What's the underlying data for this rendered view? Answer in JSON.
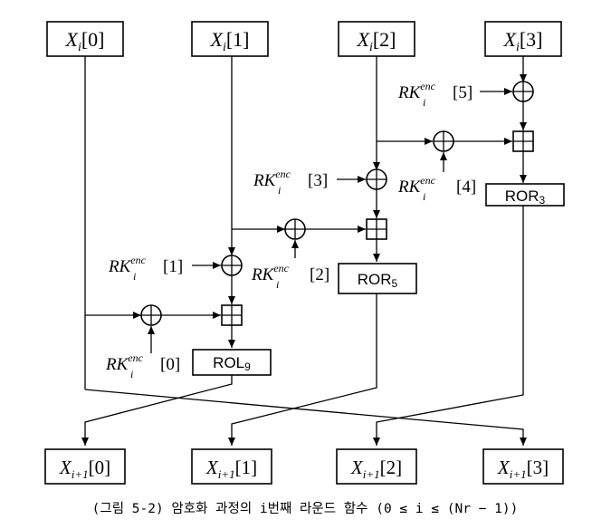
{
  "diagram": {
    "inputs": [
      {
        "var": "X",
        "sub": "i",
        "idx": "[0]"
      },
      {
        "var": "X",
        "sub": "i",
        "idx": "[1]"
      },
      {
        "var": "X",
        "sub": "i",
        "idx": "[2]"
      },
      {
        "var": "X",
        "sub": "i",
        "idx": "[3]"
      }
    ],
    "outputs": [
      {
        "var": "X",
        "sub": "i+1",
        "idx": "[0]"
      },
      {
        "var": "X",
        "sub": "i+1",
        "idx": "[1]"
      },
      {
        "var": "X",
        "sub": "i+1",
        "idx": "[2]"
      },
      {
        "var": "X",
        "sub": "i+1",
        "idx": "[3]"
      }
    ],
    "round_keys": [
      {
        "name": "RK",
        "sub": "i",
        "sup": "enc",
        "idx": "[0]"
      },
      {
        "name": "RK",
        "sub": "i",
        "sup": "enc",
        "idx": "[1]"
      },
      {
        "name": "RK",
        "sub": "i",
        "sup": "enc",
        "idx": "[2]"
      },
      {
        "name": "RK",
        "sub": "i",
        "sup": "enc",
        "idx": "[3]"
      },
      {
        "name": "RK",
        "sub": "i",
        "sup": "enc",
        "idx": "[4]"
      },
      {
        "name": "RK",
        "sub": "i",
        "sup": "enc",
        "idx": "[5]"
      }
    ],
    "rotations": [
      {
        "op": "ROL",
        "amount": "9"
      },
      {
        "op": "ROR",
        "amount": "5"
      },
      {
        "op": "ROR",
        "amount": "3"
      }
    ],
    "caption": "(그림 5-2) 암호화 과정의 i번째 라운드 함수 (0 ≤ i ≤ (Nr − 1))"
  }
}
